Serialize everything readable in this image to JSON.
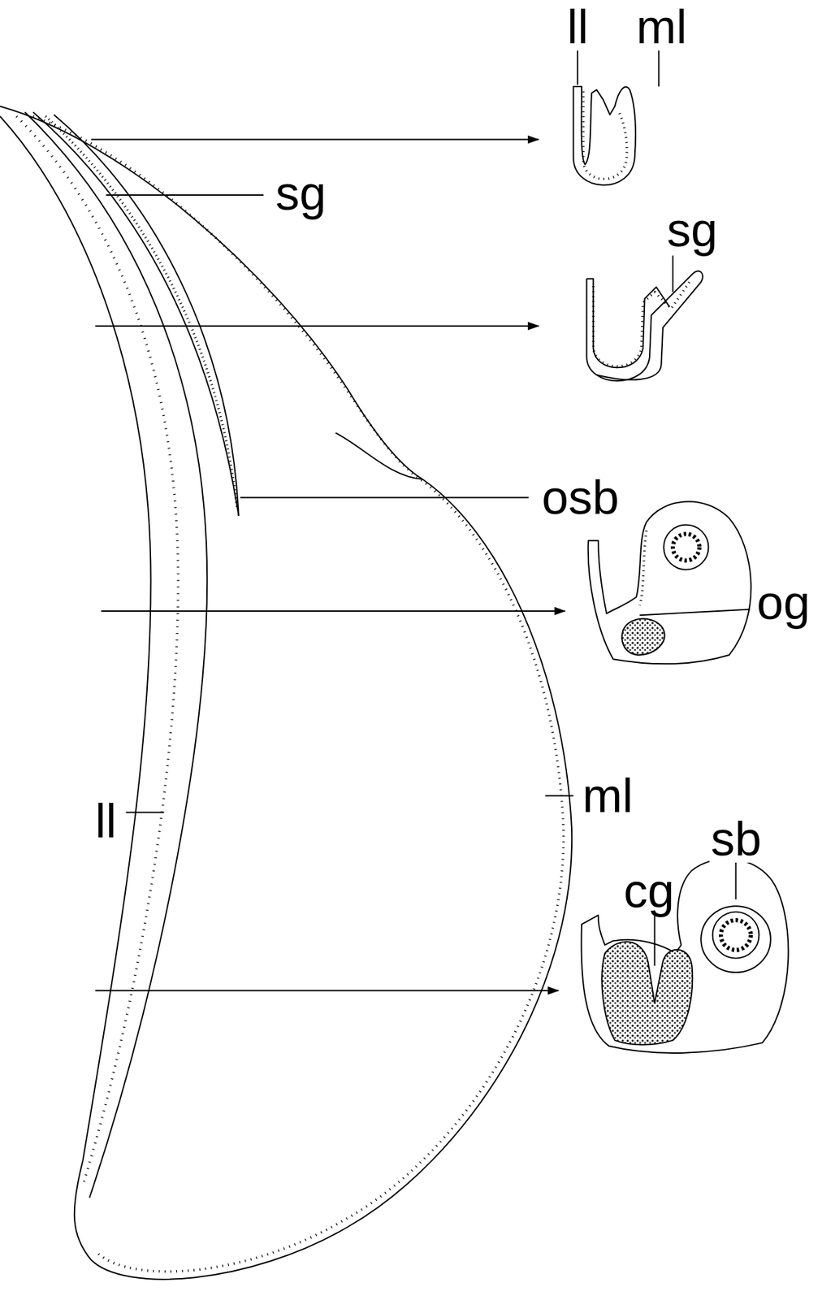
{
  "diagram": {
    "labels": [
      "ll",
      "ml",
      "sg",
      "sg",
      "osb",
      "og",
      "ml",
      "ll",
      "sb",
      "cg"
    ]
  }
}
